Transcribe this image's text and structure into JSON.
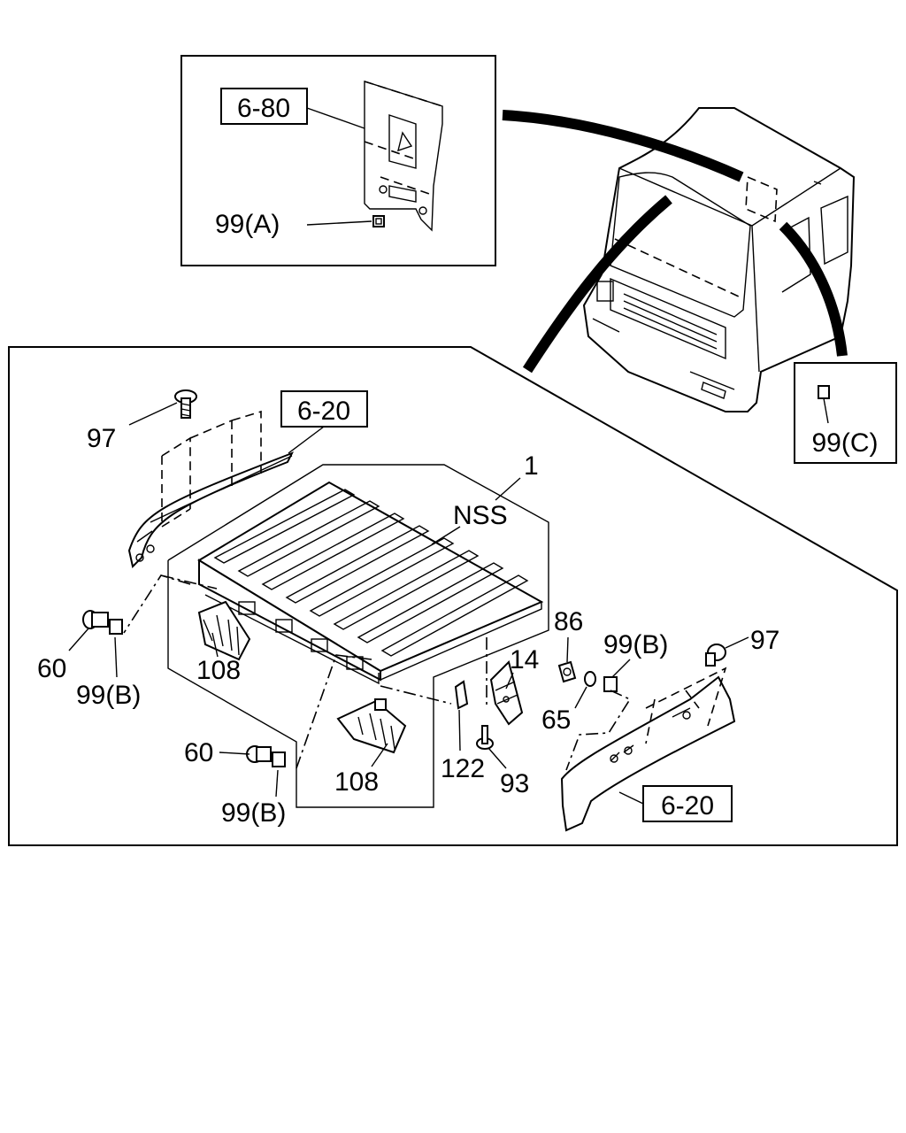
{
  "callouts": {
    "ref_6_80": "6-80",
    "ref_6_20_top": "6-20",
    "ref_6_20_bottom": "6-20",
    "part_1": "1",
    "nss": "NSS",
    "part_97_left": "97",
    "part_97_right": "97",
    "part_60_left": "60",
    "part_60_bottom": "60",
    "part_99b_left": "99(B)",
    "part_99b_bottom": "99(B)",
    "part_99b_right": "99(B)",
    "part_99a": "99(A)",
    "part_99c": "99(C)",
    "part_108_left": "108",
    "part_108_bottom": "108",
    "part_86": "86",
    "part_65": "65",
    "part_14": "14",
    "part_122": "122",
    "part_93": "93"
  }
}
